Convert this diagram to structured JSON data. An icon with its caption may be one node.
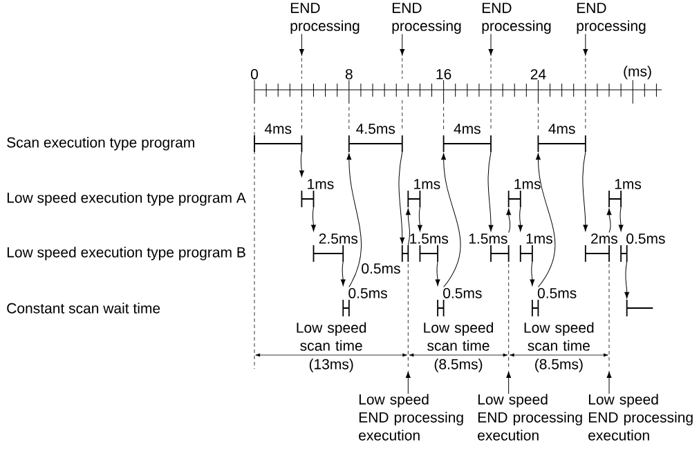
{
  "diagram": {
    "nodes": [
      {
        "text": [
          "END processing"
        ]
      },
      {
        "text": [
          "END processing"
        ]
      },
      {
        "text": [
          "END processing"
        ]
      },
      {
        "text": [
          "END processing"
        ]
      },
      {
        "text": [
          "4ms"
        ]
      },
      {
        "text": [
          "4.5ms"
        ]
      },
      {
        "text": [
          "4ms"
        ]
      },
      {
        "text": [
          "4ms"
        ]
      },
      {
        "text": [
          "1ms"
        ]
      },
      {
        "text": [
          "1ms"
        ]
      },
      {
        "text": [
          "1ms"
        ]
      },
      {
        "text": [
          "1ms"
        ]
      },
      {
        "text": [
          "2.5ms"
        ]
      },
      {
        "text": [
          "0.5ms"
        ]
      },
      {
        "text": [
          "1.5ms"
        ]
      },
      {
        "text": [
          "1.5ms"
        ]
      },
      {
        "text": [
          "1ms"
        ]
      },
      {
        "text": [
          "2ms"
        ]
      },
      {
        "text": [
          "0.5ms"
        ]
      },
      {
        "text": [
          "0.5ms"
        ]
      },
      {
        "text": [
          "0.5ms"
        ]
      },
      {
        "text": [
          "0.5ms"
        ]
      },
      {
        "text": [],
        "shape": "bar"
      },
      {
        "text": [
          "Low speed END processing execution"
        ]
      },
      {
        "text": [
          "Low speed END processing execution"
        ]
      },
      {
        "text": [
          "Low speed END processing execution"
        ]
      }
    ],
    "edges": [
      {
        "from": 0,
        "to": null,
        "arrow": "to"
      },
      {
        "from": 1,
        "to": null,
        "arrow": "to"
      },
      {
        "from": 2,
        "to": null,
        "arrow": "to"
      },
      {
        "from": 3,
        "to": null,
        "arrow": "to"
      },
      {
        "from": 4,
        "to": 8,
        "arrow": "to"
      },
      {
        "from": 8,
        "to": 12,
        "arrow": "to"
      },
      {
        "from": 12,
        "to": 19,
        "arrow": "to"
      },
      {
        "from": 19,
        "to": 5,
        "arrow": "to"
      },
      {
        "from": 5,
        "to": 13,
        "arrow": "to"
      },
      {
        "from": 13,
        "to": 9,
        "arrow": "to"
      },
      {
        "from": 9,
        "to": 14,
        "arrow": "to"
      },
      {
        "from": 14,
        "to": 20,
        "arrow": "to"
      },
      {
        "from": 20,
        "to": 6,
        "arrow": "to"
      },
      {
        "from": 6,
        "to": 15,
        "arrow": "to"
      },
      {
        "from": 15,
        "to": 10,
        "arrow": "to"
      },
      {
        "from": 10,
        "to": 16,
        "arrow": "to"
      },
      {
        "from": 16,
        "to": 21,
        "arrow": "to"
      },
      {
        "from": 21,
        "to": 7,
        "arrow": "to"
      },
      {
        "from": 7,
        "to": 17,
        "arrow": "to"
      },
      {
        "from": 17,
        "to": 11,
        "arrow": "to"
      },
      {
        "from": 11,
        "to": 18,
        "arrow": "to"
      },
      {
        "from": 18,
        "to": 22,
        "arrow": "to"
      },
      {
        "from": 23,
        "to": null,
        "arrow": "to"
      },
      {
        "from": 24,
        "to": null,
        "arrow": "to"
      },
      {
        "from": 25,
        "to": null,
        "arrow": "to"
      }
    ],
    "labels": [
      "0",
      "8",
      "16",
      "24",
      "(ms)",
      "Scan execution type program",
      "Low speed execution type program A",
      "Low speed execution type program B",
      "Constant scan wait time",
      "Low speed scan time",
      "Low speed scan time",
      "Low speed scan time",
      "(13ms)",
      "(8.5ms)",
      "(8.5ms)"
    ]
  }
}
